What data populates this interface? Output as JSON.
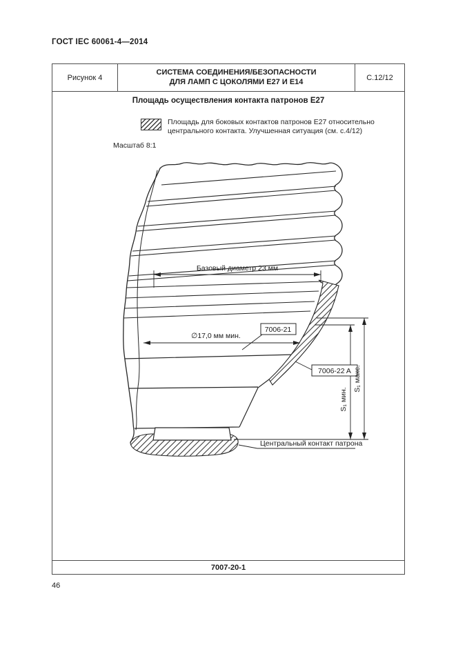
{
  "page": {
    "standard": "ГОСТ IEC 60061-4—2014",
    "number": "46"
  },
  "figure_header": {
    "figure_label": "Рисунок 4",
    "title_line1": "СИСТЕМА СОЕДИНЕНИЯ/БЕЗОПАСНОСТИ",
    "title_line2": "ДЛЯ ЛАМП С ЦОКОЛЯМИ Е27 И Е14",
    "sheet": "С.12/12"
  },
  "figure": {
    "title": "Площадь осуществления контакта патронов Е27",
    "scale": "Масштаб 8:1"
  },
  "legend": {
    "text": "Площадь для боковых контактов патронов Е27 относительно центрального контакта. Улучшенная ситуация (см. с.4/12)"
  },
  "drawing": {
    "base_diameter_label": "Базовый диаметр 23 мм",
    "gauge1_label": "7006-21",
    "diameter_label": "∅17,0 мм мин.",
    "gauge2_label": "7006-22 A",
    "s1_min_label": "S₁ мин.",
    "s1_max_label": "S₁ макс.",
    "central_contact_label": "Центральный контакт патрона"
  },
  "footer": {
    "code": "7007-20-1"
  }
}
